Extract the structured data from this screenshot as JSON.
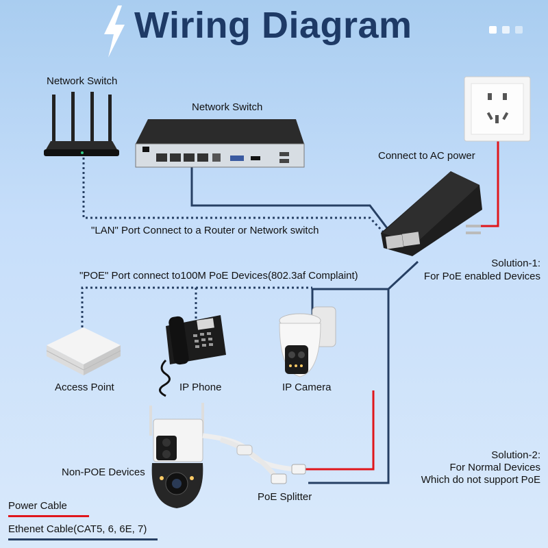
{
  "title": "Wiring Diagram",
  "labels": {
    "network_switch_top": "Network Switch",
    "network_switch_box": "Network Switch",
    "connect_ac": "Connect to AC power",
    "lan_port": "\"LAN\" Port Connect to a Router or Network switch",
    "poe_port": "\"POE\" Port connect to100M PoE Devices(802.3af Complaint)",
    "solution1_line1": "Solution-1:",
    "solution1_line2": "For PoE enabled Devices",
    "access_point": "Access Point",
    "ip_phone": "IP Phone",
    "ip_camera": "IP Camera",
    "non_poe": "Non-POE Devices",
    "poe_splitter": "PoE Splitter",
    "solution2_line1": "Solution-2:",
    "solution2_line2": "For Normal Devices",
    "solution2_line3": "Which do not support PoE"
  },
  "legend": {
    "power": "Power Cable",
    "ethernet": "Ethenet Cable(CAT5, 6, 6E, 7)"
  },
  "colors": {
    "title": "#1e3a66",
    "power_cable": "#e0161b",
    "ethernet_cable": "#263f63",
    "background": "#c6defa"
  },
  "icons": [
    "lightning-icon",
    "router-icon",
    "network-switch-icon",
    "wall-socket-icon",
    "poe-injector-icon",
    "access-point-icon",
    "ip-phone-icon",
    "ip-camera-icon",
    "outdoor-camera-icon",
    "poe-splitter-icon"
  ]
}
